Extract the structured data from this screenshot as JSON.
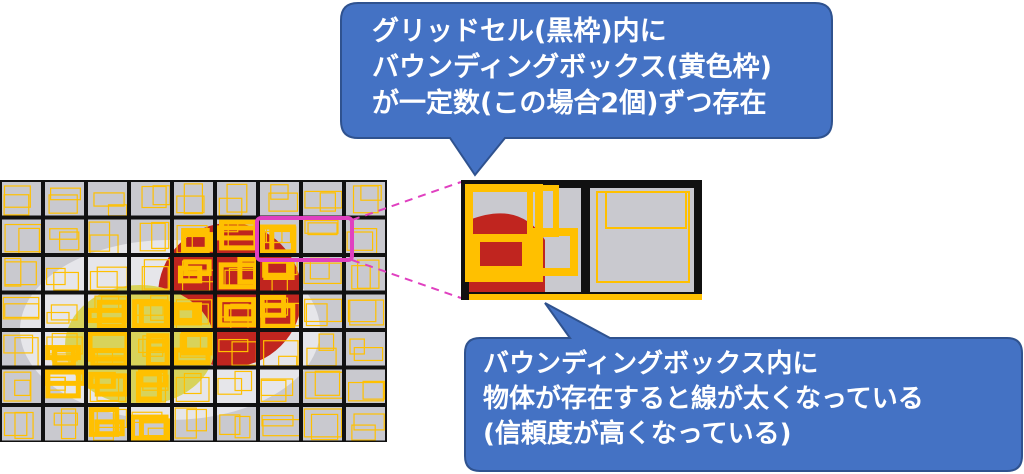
{
  "callouts": {
    "top": {
      "lines": [
        "グリッドセル(黒枠)内に",
        "バウンディングボックス(黄色枠)",
        "が一定数(この場合2個)ずつ存在"
      ]
    },
    "bottom": {
      "lines": [
        "バウンディングボックス内に",
        "物体が存在すると線が太くなっている",
        "(信頼度が高くなっている)"
      ]
    }
  },
  "colors": {
    "callout_fill": "#4472c4",
    "callout_border": "#2f528f",
    "grid_line": "#111111",
    "box_color": "#ffc000",
    "highlight": "#e040c0",
    "photo_bg": "#c9c9cf",
    "apple": "#c0251f",
    "pear": "#d8d35a"
  }
}
